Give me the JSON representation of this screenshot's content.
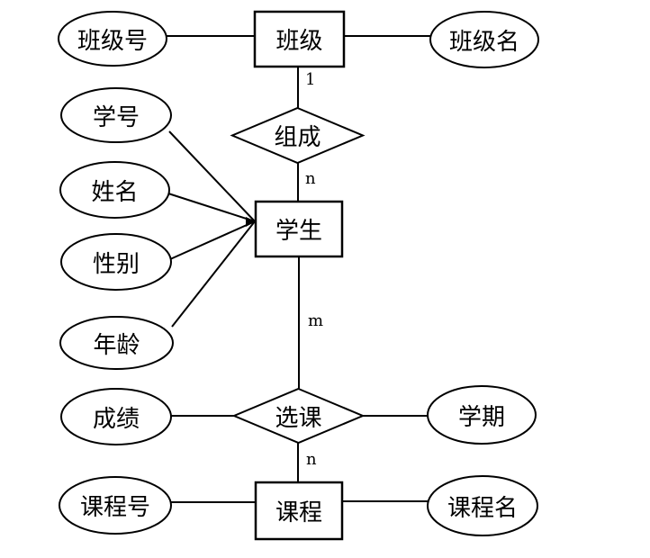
{
  "diagram": {
    "type": "entity-relationship-diagram",
    "entities": {
      "class": "班级",
      "student": "学生",
      "course": "课程"
    },
    "relationships": {
      "compose": "组成",
      "enroll": "选课"
    },
    "attributes": {
      "class_no": "班级号",
      "class_name": "班级名",
      "student_no": "学号",
      "student_name": "姓名",
      "gender": "性别",
      "age": "年龄",
      "grade": "成绩",
      "semester": "学期",
      "course_no": "课程号",
      "course_name": "课程名"
    },
    "cardinalities": {
      "compose_class_side": "1",
      "compose_student_side": "n",
      "enroll_student_side": "m",
      "enroll_course_side": "n"
    },
    "edges": [
      {
        "from": "班级号",
        "to": "班级"
      },
      {
        "from": "班级",
        "to": "班级名"
      },
      {
        "from": "班级",
        "to": "组成",
        "label": "1"
      },
      {
        "from": "组成",
        "to": "学生",
        "label": "n"
      },
      {
        "from": "学号",
        "to": "学生"
      },
      {
        "from": "姓名",
        "to": "学生"
      },
      {
        "from": "性别",
        "to": "学生"
      },
      {
        "from": "年龄",
        "to": "学生"
      },
      {
        "from": "学生",
        "to": "选课",
        "label": "m"
      },
      {
        "from": "成绩",
        "to": "选课"
      },
      {
        "from": "选课",
        "to": "学期"
      },
      {
        "from": "选课",
        "to": "课程",
        "label": "n"
      },
      {
        "from": "课程号",
        "to": "课程"
      },
      {
        "from": "课程",
        "to": "课程名"
      }
    ]
  },
  "colors": {
    "line": "#000000",
    "background": "#ffffff"
  }
}
